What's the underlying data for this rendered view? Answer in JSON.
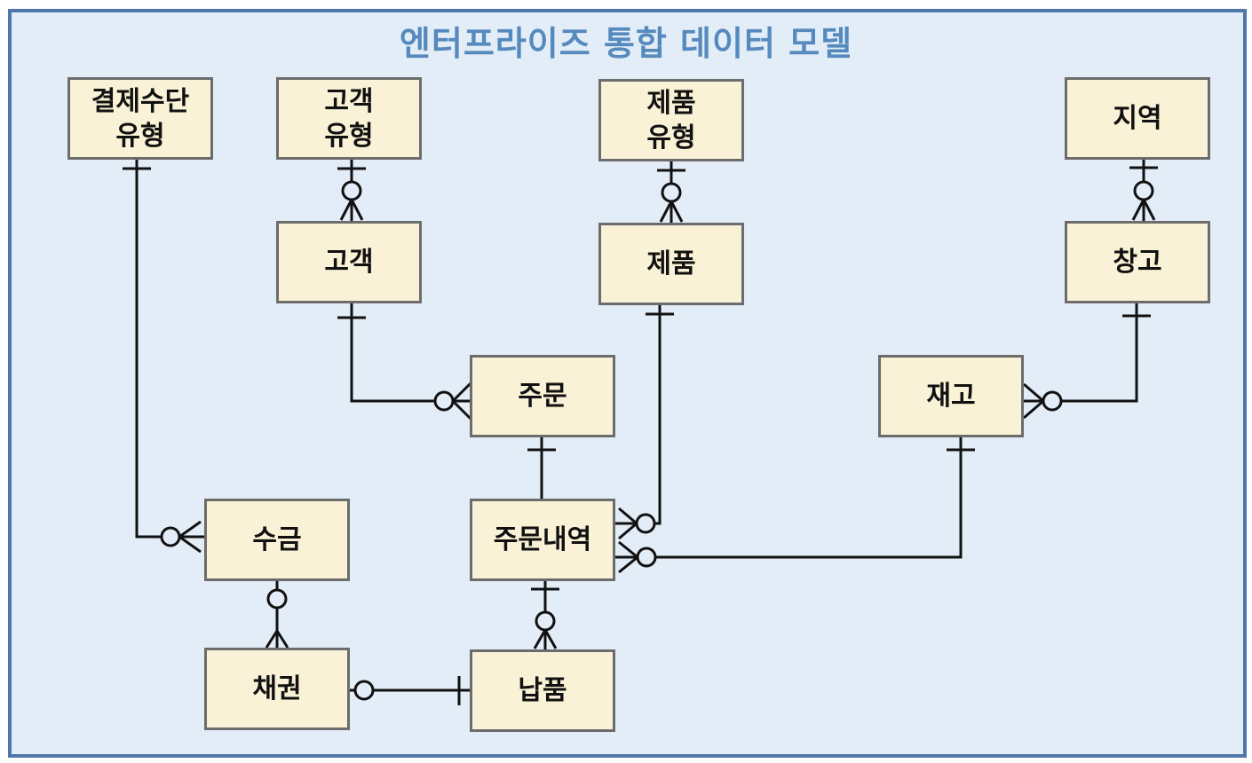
{
  "title": "엔터프라이즈 통합 데이터 모델",
  "entities": {
    "payment_type": "결제수단\n유형",
    "customer_type": "고객\n유형",
    "product_type": "제품\n유형",
    "region": "지역",
    "customer": "고객",
    "product": "제품",
    "warehouse": "창고",
    "order": "주문",
    "inventory": "재고",
    "collection": "수금",
    "order_detail": "주문내역",
    "receivable": "채권",
    "delivery": "납품"
  },
  "relationships": [
    {
      "from": "payment_type",
      "from_card": "one",
      "to": "collection",
      "to_card": "zero-or-many"
    },
    {
      "from": "customer_type",
      "from_card": "one",
      "to": "customer",
      "to_card": "zero-or-many"
    },
    {
      "from": "product_type",
      "from_card": "one",
      "to": "product",
      "to_card": "zero-or-many"
    },
    {
      "from": "region",
      "from_card": "one",
      "to": "warehouse",
      "to_card": "zero-or-many"
    },
    {
      "from": "customer",
      "from_card": "one",
      "to": "order",
      "to_card": "zero-or-many"
    },
    {
      "from": "product",
      "from_card": "one",
      "to": "order_detail",
      "to_card": "zero-or-many"
    },
    {
      "from": "warehouse",
      "from_card": "one",
      "to": "inventory",
      "to_card": "zero-or-many"
    },
    {
      "from": "order",
      "from_card": "one",
      "to": "order_detail",
      "to_card": "one"
    },
    {
      "from": "inventory",
      "from_card": "one",
      "to": "order_detail",
      "to_card": "zero-or-many"
    },
    {
      "from": "collection",
      "from_card": "zero-or-one",
      "to": "receivable",
      "to_card": "one-or-many"
    },
    {
      "from": "order_detail",
      "from_card": "one",
      "to": "delivery",
      "to_card": "zero-or-many"
    },
    {
      "from": "delivery",
      "from_card": "one",
      "to": "receivable",
      "to_card": "zero-or-one"
    }
  ]
}
